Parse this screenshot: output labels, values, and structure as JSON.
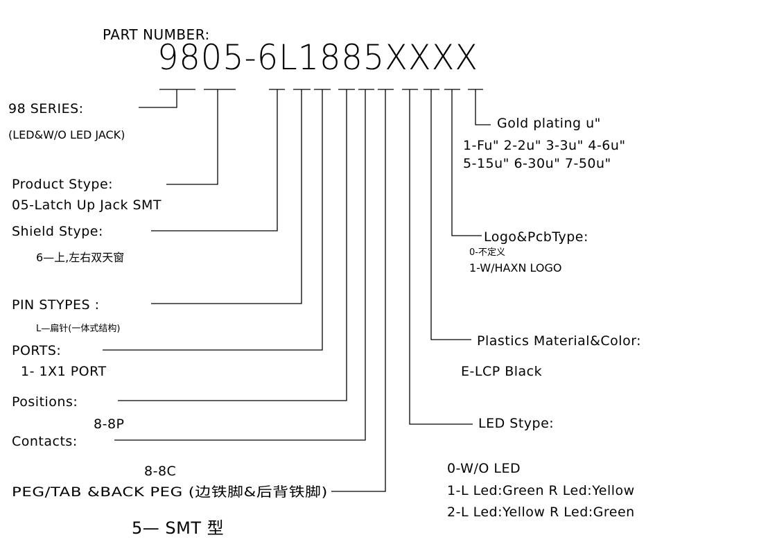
{
  "header": {
    "title": "PART NUMBER:",
    "part_number": "9805-6L1885XXXX"
  },
  "fields": {
    "series": {
      "label": "98 SERIES:",
      "desc": "(LED&W/O LED JACK)"
    },
    "product": {
      "label": "Product Stype:",
      "desc": "05-Latch Up Jack SMT"
    },
    "shield": {
      "label": "Shield Stype:",
      "desc": "6—上,左右双天窗"
    },
    "pin": {
      "label": "PIN STYPES :",
      "desc": "L—扁针(一体式结构)"
    },
    "ports": {
      "label": "PORTS:",
      "desc": "1- 1X1 PORT"
    },
    "positions": {
      "label": "Positions:",
      "desc": "8-8P"
    },
    "contacts": {
      "label": "Contacts:",
      "desc": "8-8C"
    },
    "peg": {
      "label": "PEG/TAB &BACK PEG (边铁脚&后背铁脚)",
      "desc": "5— SMT 型"
    },
    "led": {
      "label": "LED Stype:",
      "options": [
        "0-W/O LED",
        "1-L Led:Green R Led:Yellow",
        "2-L Led:Yellow R Led:Green"
      ]
    },
    "plastics": {
      "label": "Plastics Material&Color:",
      "desc": "E-LCP Black"
    },
    "logo": {
      "label": "Logo&PcbType:",
      "options": [
        "0-不定义",
        "1-W/HAXN LOGO"
      ]
    },
    "gold": {
      "label": "Gold plating u\"",
      "options": [
        "1-Fu\" 2-2u\" 3-3u\" 4-6u\"",
        "5-15u\" 6-30u\" 7-50u\""
      ]
    }
  }
}
